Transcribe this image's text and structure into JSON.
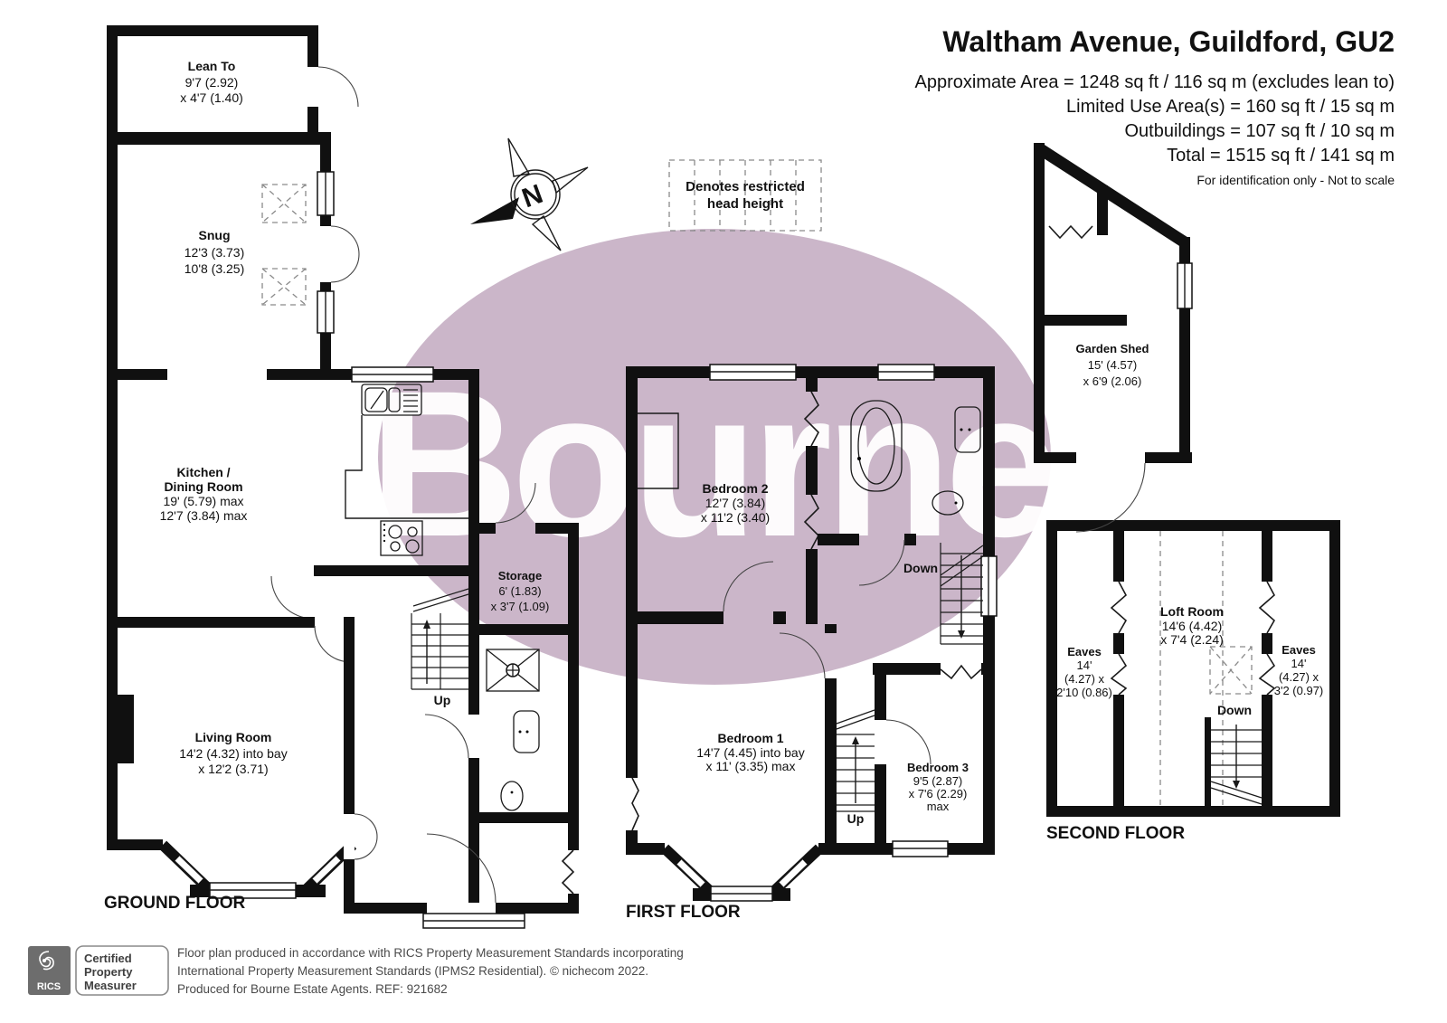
{
  "header": {
    "title": "Waltham Avenue, Guildford, GU2",
    "area_lines": [
      "Approximate Area = 1248 sq ft / 116 sq m (excludes lean to)",
      "Limited Use Area(s) = 160 sq ft / 15 sq m",
      "Outbuildings = 107 sq ft / 10 sq m",
      "Total = 1515 sq ft / 141 sq m"
    ],
    "disclaimer": "For identification only - Not to scale"
  },
  "legend": {
    "line1": "Denotes restricted",
    "line2": "head height"
  },
  "compass": {
    "north": "N"
  },
  "watermark": {
    "text": "Bourne"
  },
  "floors": {
    "ground": "GROUND FLOOR",
    "first": "FIRST FLOOR",
    "second": "SECOND FLOOR"
  },
  "rooms": {
    "lean_to": {
      "name": "Lean To",
      "d1": "9'7 (2.92)",
      "d2": "x 4'7 (1.40)"
    },
    "snug": {
      "name": "Snug",
      "d1": "12'3 (3.73)",
      "d2": "10'8 (3.25)"
    },
    "kitchen": {
      "n1": "Kitchen /",
      "n2": "Dining Room",
      "d1": "19' (5.79) max",
      "d2": "12'7 (3.84) max"
    },
    "storage": {
      "name": "Storage",
      "d1": "6' (1.83)",
      "d2": "x 3'7 (1.09)"
    },
    "living": {
      "name": "Living Room",
      "d1": "14'2 (4.32) into bay",
      "d2": "x 12'2 (3.71)"
    },
    "bed2": {
      "name": "Bedroom 2",
      "d1": "12'7 (3.84)",
      "d2": "x 11'2 (3.40)"
    },
    "bed1": {
      "name": "Bedroom 1",
      "d1": "14'7 (4.45) into bay",
      "d2": "x 11' (3.35) max"
    },
    "bed3": {
      "name": "Bedroom 3",
      "d1": "9'5 (2.87)",
      "d2": "x 7'6 (2.29)",
      "d3": "max"
    },
    "shed": {
      "name": "Garden Shed",
      "d1": "15' (4.57)",
      "d2": "x 6'9 (2.06)"
    },
    "loft": {
      "name": "Loft Room",
      "d1": "14'6 (4.42)",
      "d2": "x 7'4 (2.24)"
    },
    "eaves_left": {
      "name": "Eaves",
      "d1": "14'",
      "d2": "(4.27) x",
      "d3": "2'10 (0.86)"
    },
    "eaves_right": {
      "name": "Eaves",
      "d1": "14'",
      "d2": "(4.27) x",
      "d3": "3'2 (0.97)"
    }
  },
  "stairs": {
    "ground_up": "Up",
    "first_up": "Up",
    "first_down": "Down",
    "second_down": "Down"
  },
  "footer": {
    "rics": "RICS",
    "badge": [
      "Certified",
      "Property",
      "Measurer"
    ],
    "lines": [
      "Floor plan produced in accordance with RICS Property Measurement Standards incorporating",
      "International Property Measurement Standards (IPMS2 Residential).   © nichecom 2022.",
      "Produced for Bourne Estate Agents.   REF: 921682"
    ]
  },
  "colors": {
    "wall": "#101010",
    "watermark": "#a986a5",
    "logo_grey": "#6d6d6d"
  }
}
